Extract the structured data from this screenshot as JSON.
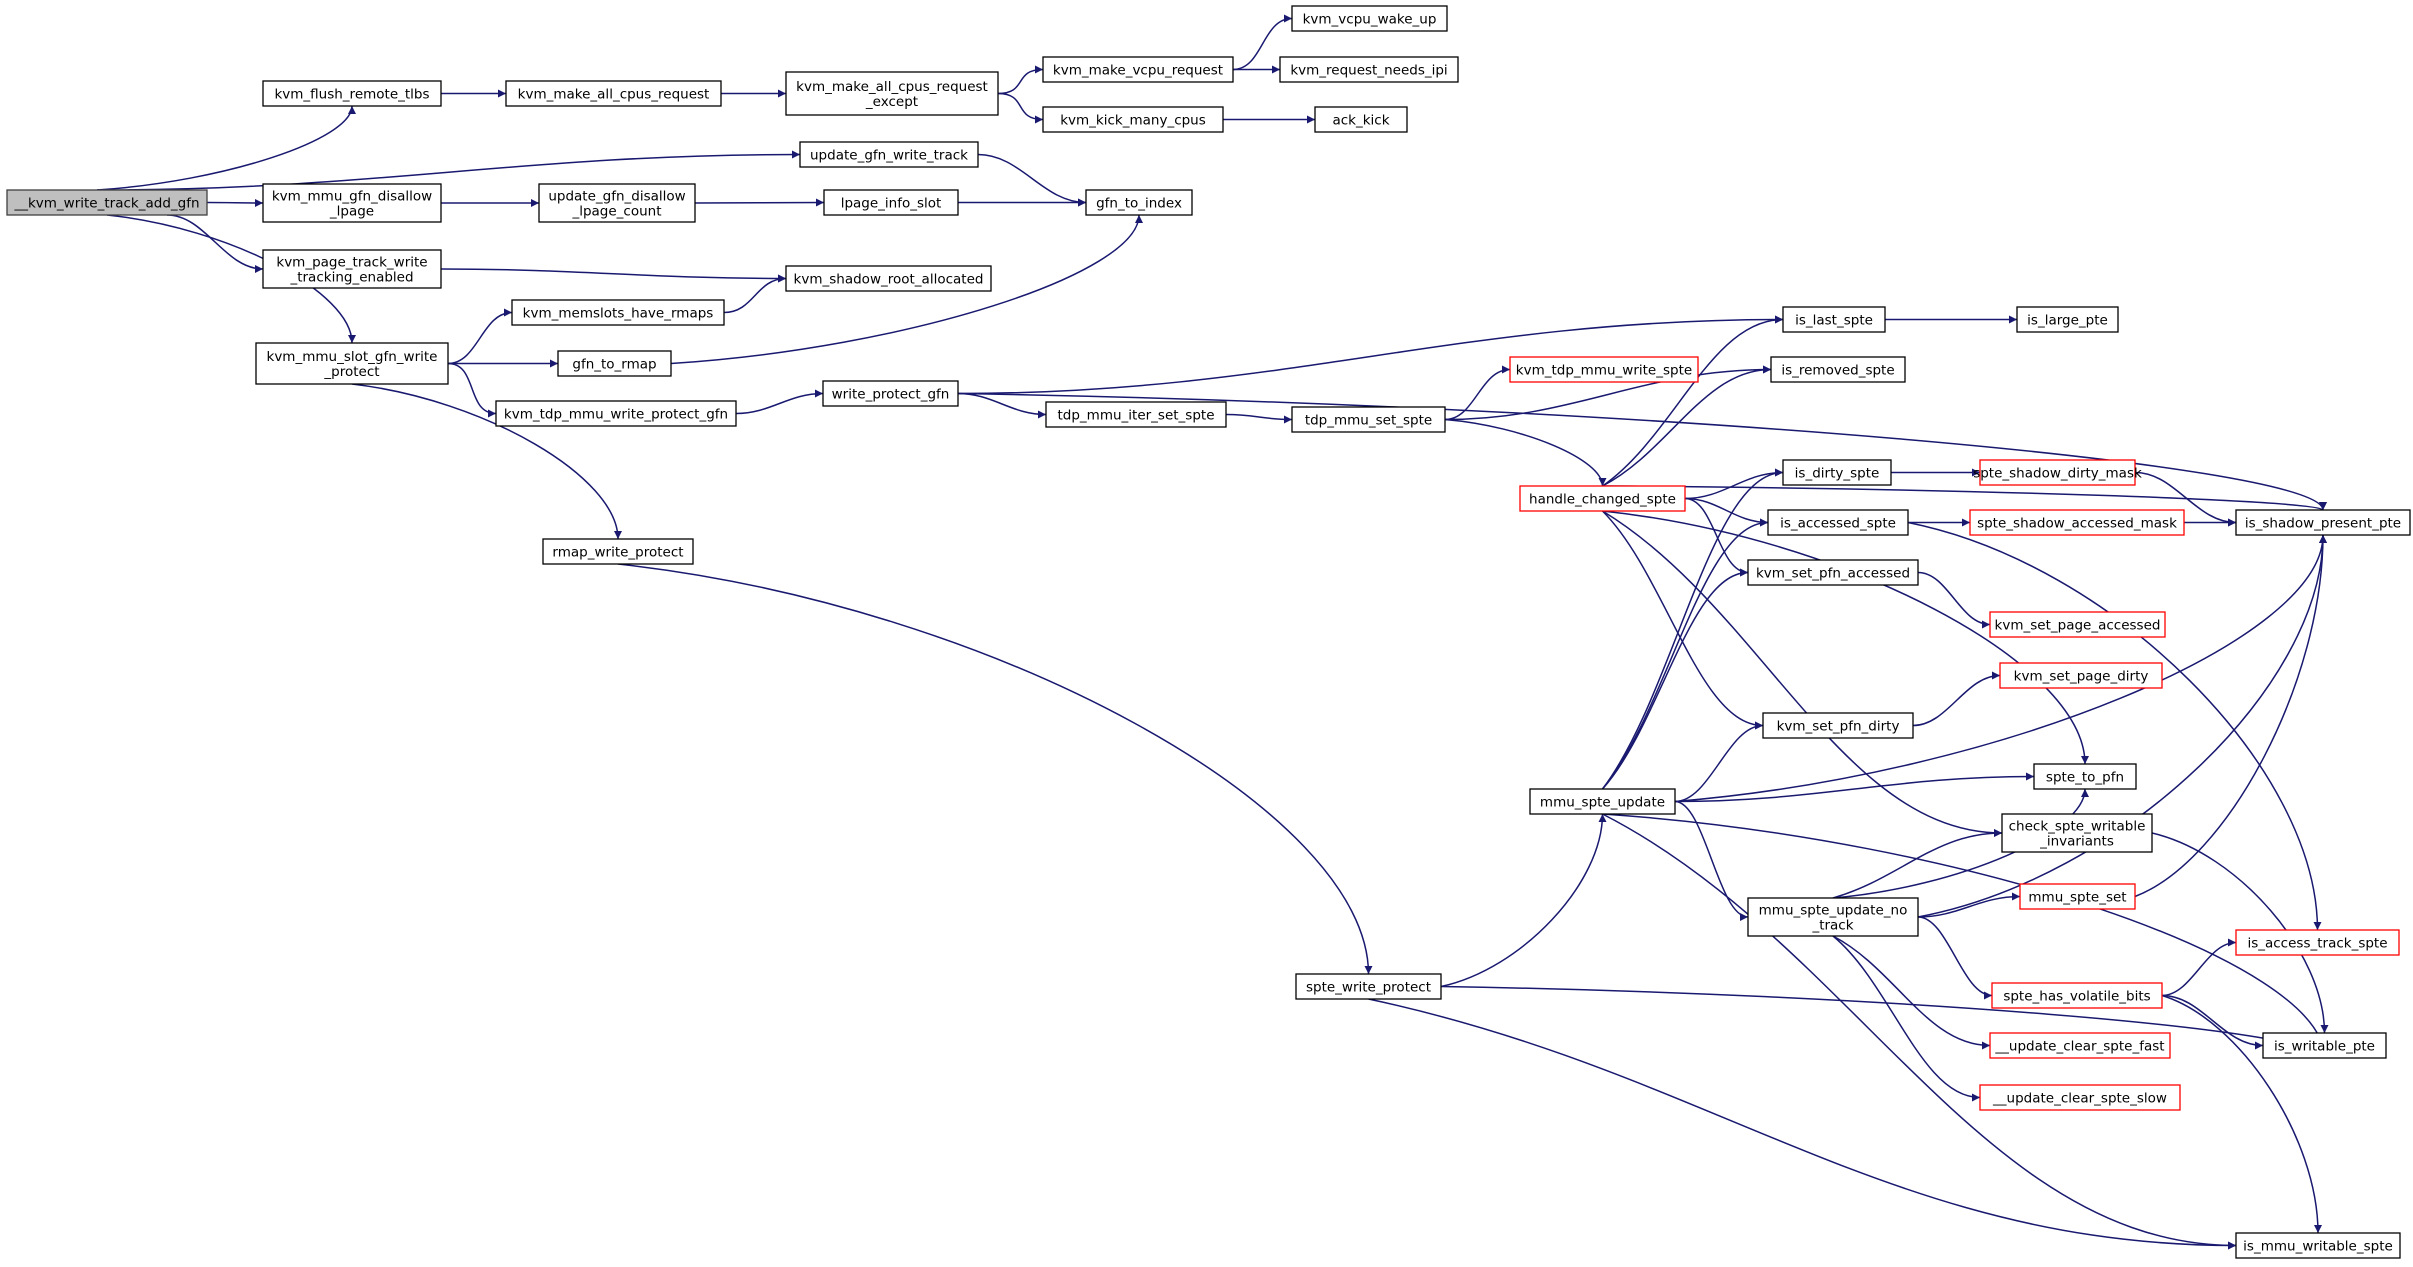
{
  "diagram": {
    "type": "call-graph",
    "edge_color": "#191970",
    "nodes": [
      {
        "id": "root",
        "lines": [
          "__kvm_write_track_add_gfn"
        ],
        "style": "current"
      },
      {
        "id": "flush",
        "lines": [
          "kvm_flush_remote_tlbs"
        ]
      },
      {
        "id": "upd_wt",
        "lines": [
          "update_gfn_write_track"
        ]
      },
      {
        "id": "disallow",
        "lines": [
          "kvm_mmu_gfn_disallow",
          "_lpage"
        ]
      },
      {
        "id": "ptwte",
        "lines": [
          "kvm_page_track_write",
          "_tracking_enabled"
        ]
      },
      {
        "id": "slotwp",
        "lines": [
          "kvm_mmu_slot_gfn_write",
          "_protect"
        ]
      },
      {
        "id": "allreq",
        "lines": [
          "kvm_make_all_cpus_request"
        ]
      },
      {
        "id": "allreqx",
        "lines": [
          "kvm_make_all_cpus_request",
          "_except"
        ]
      },
      {
        "id": "vcpureq",
        "lines": [
          "kvm_make_vcpu_request"
        ]
      },
      {
        "id": "kick",
        "lines": [
          "kvm_kick_many_cpus"
        ]
      },
      {
        "id": "wakeup",
        "lines": [
          "kvm_vcpu_wake_up"
        ]
      },
      {
        "id": "needsipi",
        "lines": [
          "kvm_request_needs_ipi"
        ]
      },
      {
        "id": "ackkick",
        "lines": [
          "ack_kick"
        ]
      },
      {
        "id": "upd_dlc",
        "lines": [
          "update_gfn_disallow",
          "_lpage_count"
        ]
      },
      {
        "id": "lpinfo",
        "lines": [
          "lpage_info_slot"
        ]
      },
      {
        "id": "gfnidx",
        "lines": [
          "gfn_to_index"
        ]
      },
      {
        "id": "memrmaps",
        "lines": [
          "kvm_memslots_have_rmaps"
        ]
      },
      {
        "id": "rootalloc",
        "lines": [
          "kvm_shadow_root_allocated"
        ]
      },
      {
        "id": "gfnrmap",
        "lines": [
          "gfn_to_rmap"
        ]
      },
      {
        "id": "tdpwpgfn",
        "lines": [
          "kvm_tdp_mmu_write_protect_gfn"
        ]
      },
      {
        "id": "wpgfn",
        "lines": [
          "write_protect_gfn"
        ]
      },
      {
        "id": "rmapwp",
        "lines": [
          "rmap_write_protect"
        ]
      },
      {
        "id": "itersp",
        "lines": [
          "tdp_mmu_iter_set_spte"
        ]
      },
      {
        "id": "tdpset",
        "lines": [
          "tdp_mmu_set_spte"
        ]
      },
      {
        "id": "tdpwrite",
        "lines": [
          "kvm_tdp_mmu_write_spte"
        ],
        "style": "red"
      },
      {
        "id": "handle",
        "lines": [
          "handle_changed_spte"
        ],
        "style": "red"
      },
      {
        "id": "islast",
        "lines": [
          "is_last_spte"
        ]
      },
      {
        "id": "islarge",
        "lines": [
          "is_large_pte"
        ]
      },
      {
        "id": "isremoved",
        "lines": [
          "is_removed_spte"
        ]
      },
      {
        "id": "isdirty",
        "lines": [
          "is_dirty_spte"
        ]
      },
      {
        "id": "dirtymask",
        "lines": [
          "spte_shadow_dirty_mask"
        ],
        "style": "red"
      },
      {
        "id": "isacc",
        "lines": [
          "is_accessed_spte"
        ]
      },
      {
        "id": "accmask",
        "lines": [
          "spte_shadow_accessed_mask"
        ],
        "style": "red"
      },
      {
        "id": "present",
        "lines": [
          "is_shadow_present_pte"
        ]
      },
      {
        "id": "pfnacc",
        "lines": [
          "kvm_set_pfn_accessed"
        ]
      },
      {
        "id": "pageacc",
        "lines": [
          "kvm_set_page_accessed"
        ],
        "style": "red"
      },
      {
        "id": "pagedirty",
        "lines": [
          "kvm_set_page_dirty"
        ],
        "style": "red"
      },
      {
        "id": "pfndirty",
        "lines": [
          "kvm_set_pfn_dirty"
        ]
      },
      {
        "id": "mmuupd",
        "lines": [
          "mmu_spte_update"
        ]
      },
      {
        "id": "sptepfn",
        "lines": [
          "spte_to_pfn"
        ]
      },
      {
        "id": "checkinv",
        "lines": [
          "check_spte_writable",
          "_invariants"
        ]
      },
      {
        "id": "notrack",
        "lines": [
          "mmu_spte_update_no",
          "_track"
        ]
      },
      {
        "id": "mmuset",
        "lines": [
          "mmu_spte_set"
        ],
        "style": "red"
      },
      {
        "id": "spwp",
        "lines": [
          "spte_write_protect"
        ]
      },
      {
        "id": "isacctrack",
        "lines": [
          "is_access_track_spte"
        ],
        "style": "red"
      },
      {
        "id": "volatile",
        "lines": [
          "spte_has_volatile_bits"
        ],
        "style": "red"
      },
      {
        "id": "clrfast",
        "lines": [
          "__update_clear_spte_fast"
        ],
        "style": "red"
      },
      {
        "id": "iswritable",
        "lines": [
          "is_writable_pte"
        ]
      },
      {
        "id": "clrslow",
        "lines": [
          "__update_clear_spte_slow"
        ],
        "style": "red"
      },
      {
        "id": "mmuwritable",
        "lines": [
          "is_mmu_writable_spte"
        ]
      }
    ]
  }
}
